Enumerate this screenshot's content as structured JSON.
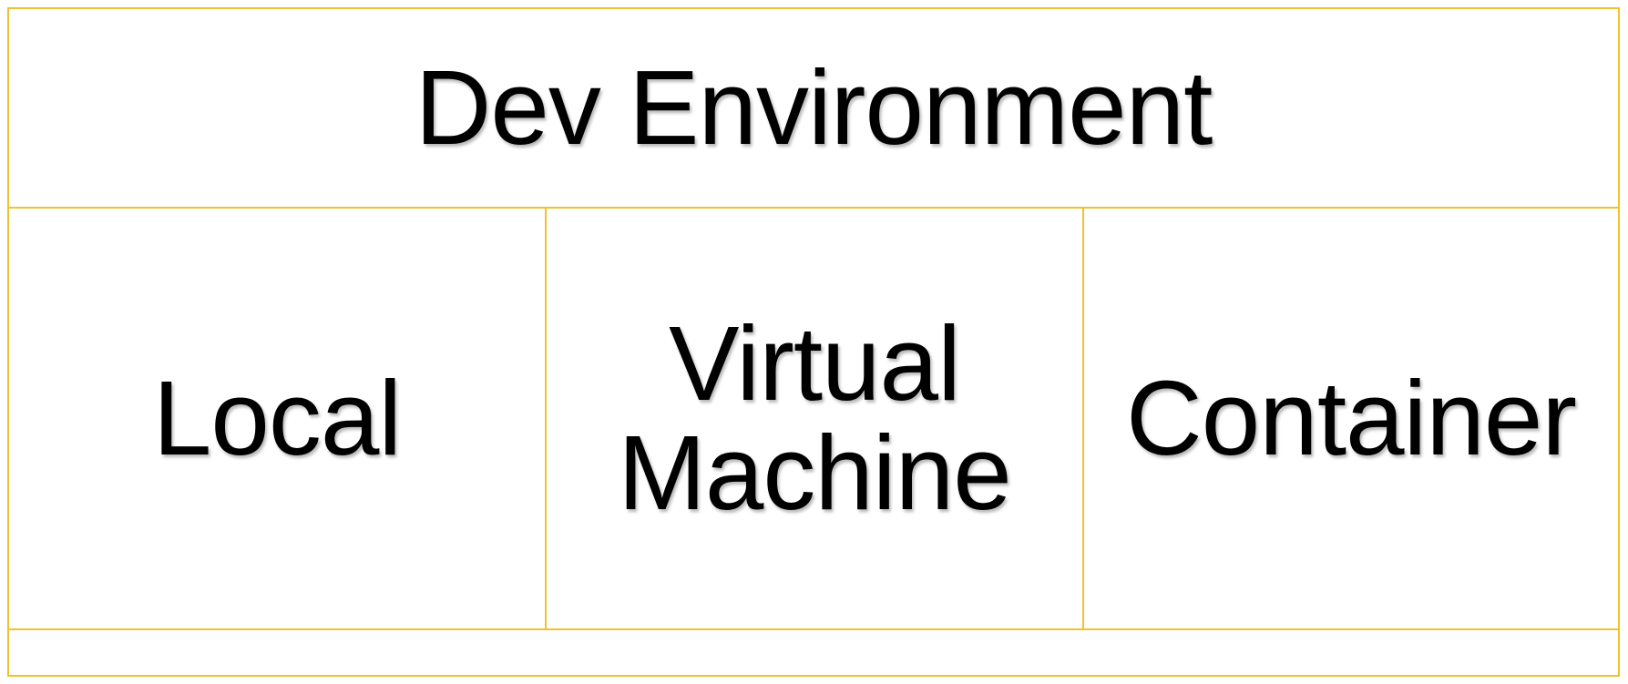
{
  "diagram": {
    "header": "Dev Environment",
    "columns": [
      {
        "label_lines": [
          "Local"
        ]
      },
      {
        "label_lines": [
          "Virtual",
          "Machine"
        ]
      },
      {
        "label_lines": [
          "Container"
        ]
      }
    ],
    "border_color": "#F2C12E"
  }
}
